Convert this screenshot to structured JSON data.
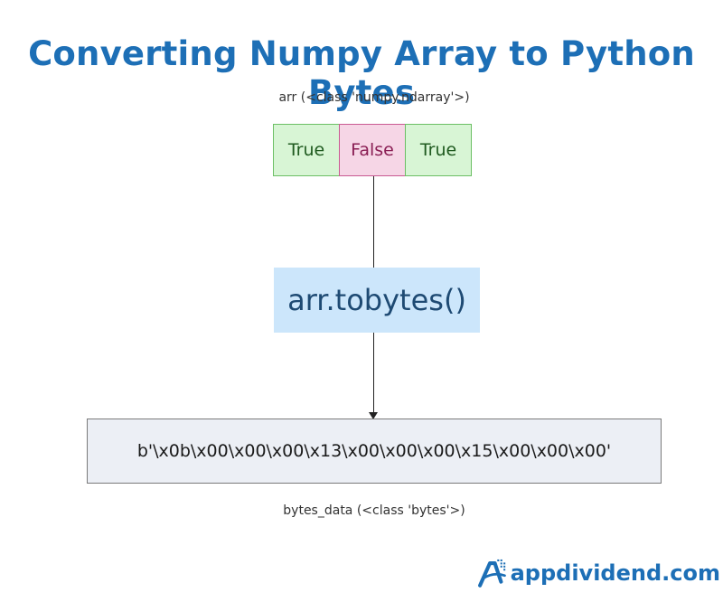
{
  "title": "Converting Numpy Array to Python Bytes",
  "input_label": "arr (<class 'numpy.ndarray'>)",
  "array_cells": [
    {
      "value": "True",
      "kind": "true"
    },
    {
      "value": "False",
      "kind": "false"
    },
    {
      "value": "True",
      "kind": "true"
    }
  ],
  "method": "arr.tobytes()",
  "output_value": "b'\\x0b\\x00\\x00\\x00\\x13\\x00\\x00\\x00\\x15\\x00\\x00\\x00'",
  "output_label": "bytes_data (<class 'bytes'>)",
  "brand": {
    "name": "appdividend.com",
    "icon": "appdividend-logo-icon"
  },
  "colors": {
    "title": "#1d6fb6",
    "true_cell_bg": "#d8f5d5",
    "false_cell_bg": "#f6d6e6",
    "method_bg": "#cce6fb",
    "output_bg": "#eceff5"
  }
}
